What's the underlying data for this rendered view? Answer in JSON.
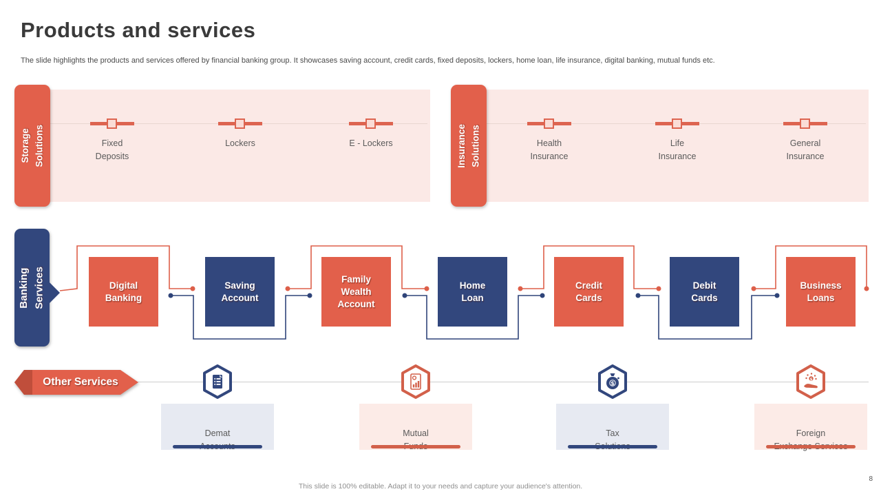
{
  "slide": {
    "title": "Products and services",
    "subtitle": "The slide highlights the products and services offered by financial banking group. It showcases saving account, credit cards, fixed deposits, lockers, home loan, life insurance, digital banking, mutual funds etc.",
    "footer": "This slide is 100% editable. Adapt it to your needs and capture your audience's attention.",
    "page_number": "8"
  },
  "colors": {
    "coral": "#e2604b",
    "navy": "#32477d",
    "panel_pink": "#fbe9e6",
    "light_blue_box": "#e7eaf2",
    "light_pink_box": "#fcebe7"
  },
  "storage_panel": {
    "label": "Storage\nSolutions",
    "items": [
      "Fixed\nDeposits",
      "Lockers",
      "E - Lockers"
    ]
  },
  "insurance_panel": {
    "label": "Insurance\nSolutions",
    "items": [
      "Health\nInsurance",
      "Life\nInsurance",
      "General\nInsurance"
    ]
  },
  "banking": {
    "label": "Banking\nServices",
    "boxes": [
      {
        "label": "Digital\nBanking"
      },
      {
        "label": "Saving\nAccount"
      },
      {
        "label": "Family\nWealth\nAccount"
      },
      {
        "label": "Home\nLoan"
      },
      {
        "label": "Credit\nCards"
      },
      {
        "label": "Debit\nCards"
      },
      {
        "label": "Business\nLoans"
      }
    ]
  },
  "other_services": {
    "label": "Other Services",
    "items": [
      {
        "label": "Demat\nAccounts",
        "icon": "document-checklist-icon"
      },
      {
        "label": "Mutual\nFunds",
        "icon": "chart-report-icon"
      },
      {
        "label": "Tax\nSolutions",
        "icon": "money-bag-icon"
      },
      {
        "label": "Foreign\nExchange Services",
        "icon": "hand-coins-icon"
      }
    ]
  }
}
